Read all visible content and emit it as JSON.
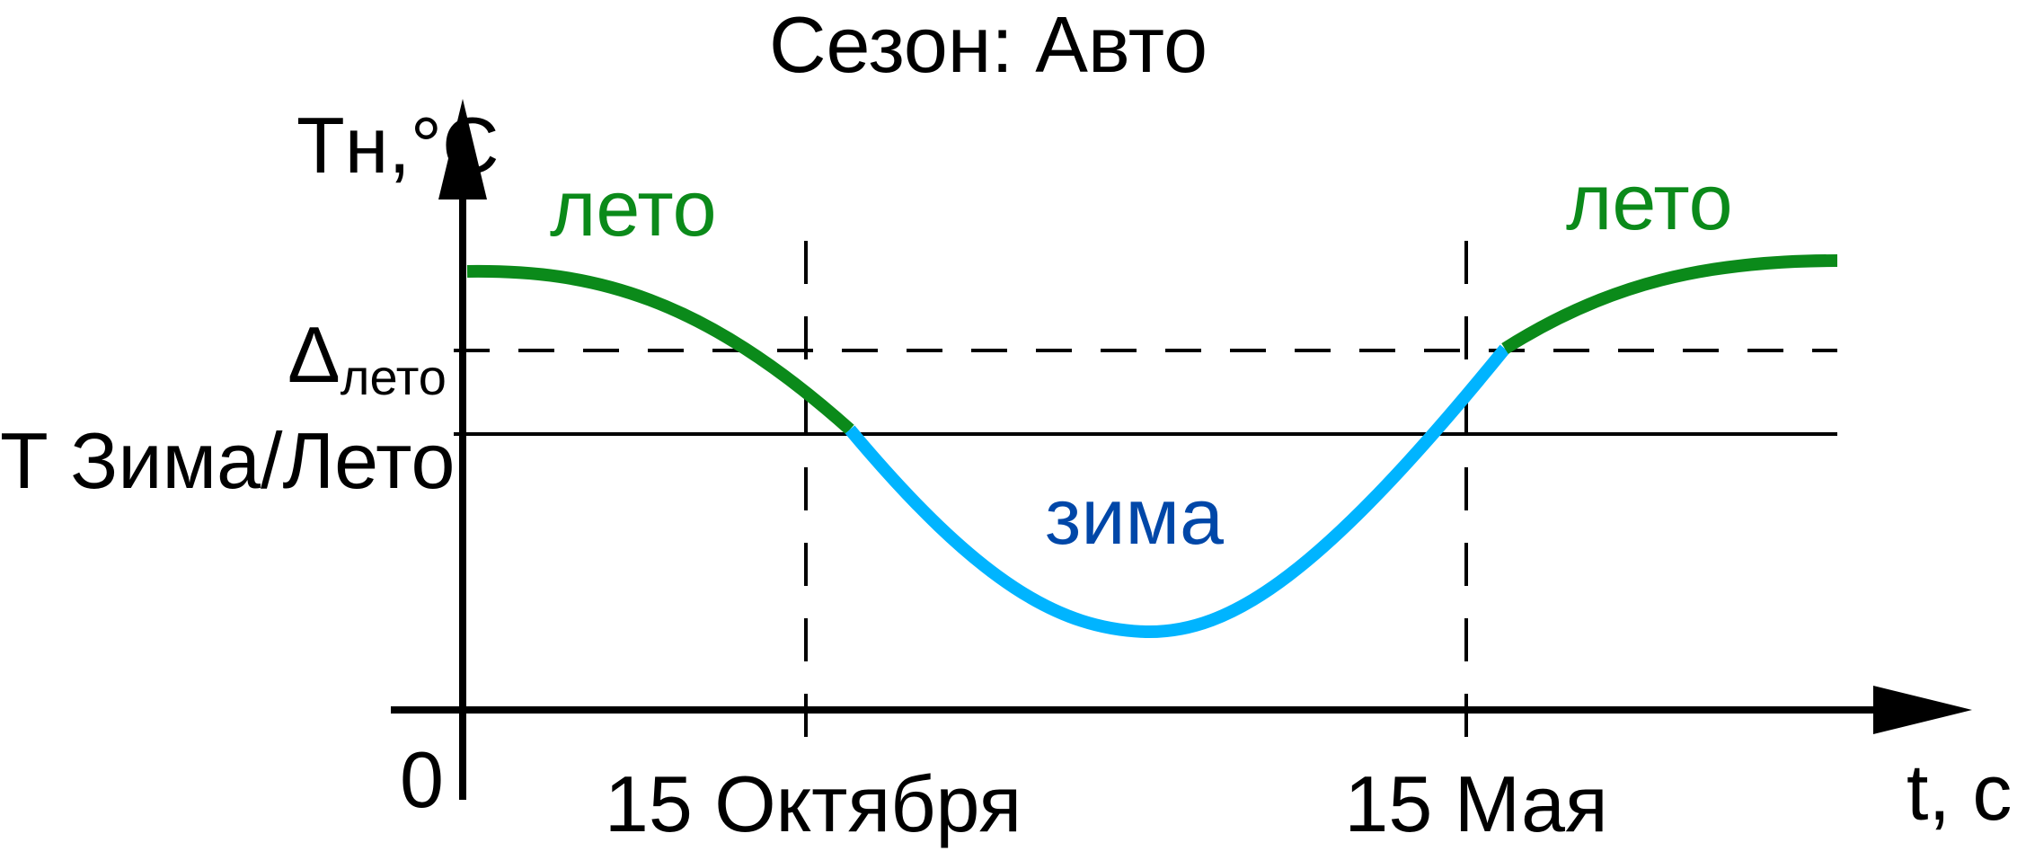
{
  "title": "Сезон: Авто",
  "y_axis_label": "Тн,°С",
  "x_axis_label": "t, с",
  "origin_label": "0",
  "delta_symbol": "Δ",
  "delta_subscript": "лето",
  "threshold_label": "Т Зима/Лето",
  "season_labels": {
    "summer_left": "лето",
    "summer_right": "лето",
    "winter": "зима"
  },
  "date_markers": {
    "october": "15 Октября",
    "may": "15 Мая"
  },
  "colors": {
    "summer": "#0b8a1a",
    "winter_curve": "#00b4ff",
    "winter_text": "#0047a8",
    "axis": "#000000"
  }
}
